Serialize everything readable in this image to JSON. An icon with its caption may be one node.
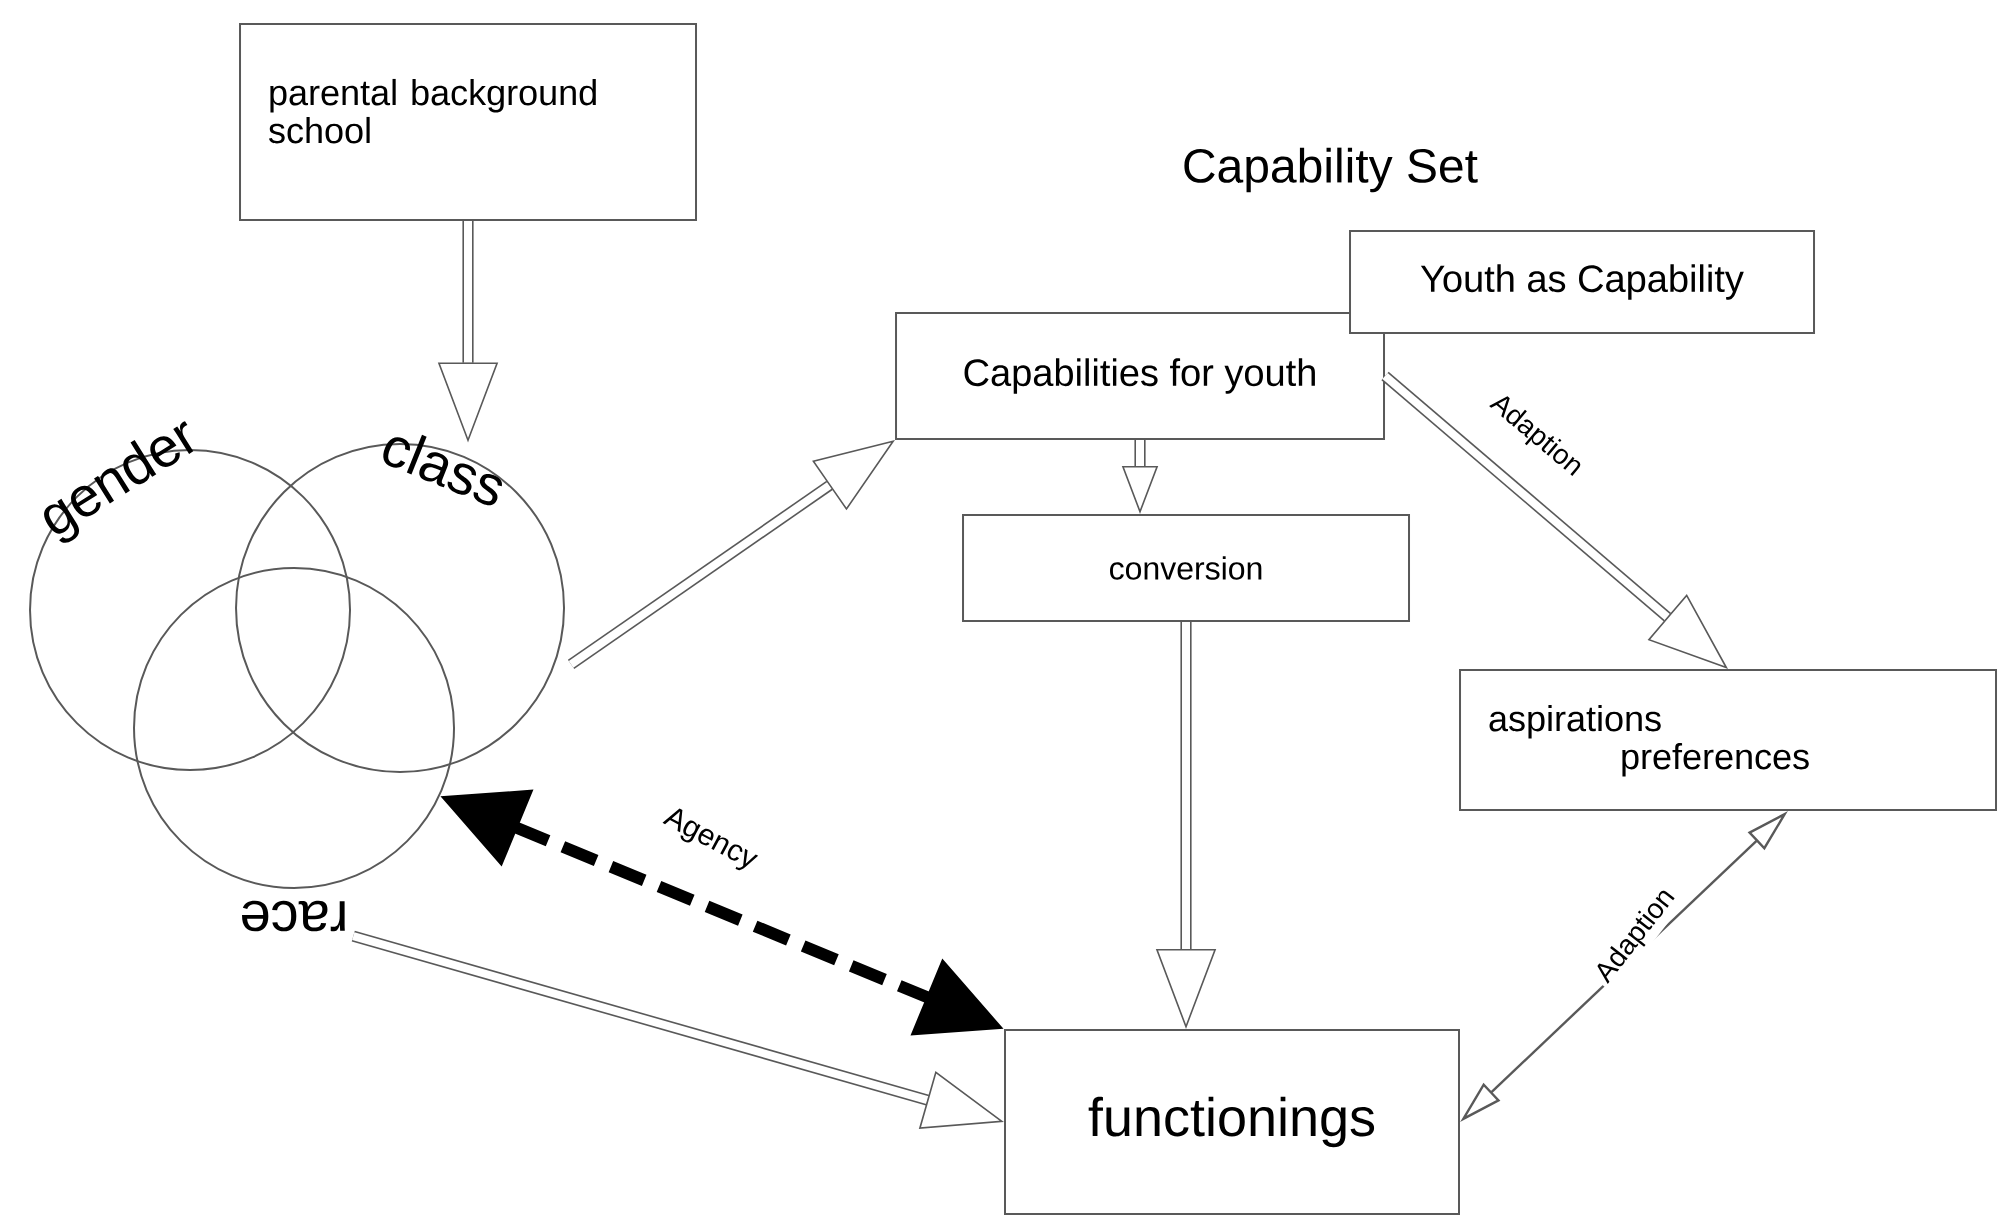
{
  "diagram": {
    "nodes": [
      {
        "text": [
          "parental background school"
        ]
      },
      {
        "text": [
          "gender"
        ]
      },
      {
        "text": [
          "class"
        ]
      },
      {
        "text": [
          "race"
        ]
      },
      {
        "text": [
          "Capabilities for youth"
        ]
      },
      {
        "text": [
          "Youth as Capability"
        ]
      },
      {
        "text": [
          "conversion"
        ]
      },
      {
        "text": [
          "aspirations",
          "preferences"
        ]
      },
      {
        "text": [
          "functionings"
        ]
      }
    ],
    "edges": [
      {
        "from": 0,
        "to": 2,
        "arrow": "to"
      },
      {
        "from": 2,
        "to": 4,
        "arrow": "to"
      },
      {
        "from": 4,
        "to": 6,
        "arrow": "to"
      },
      {
        "from": 6,
        "to": 8,
        "arrow": "to"
      },
      {
        "from": 4,
        "to": 7,
        "arrow": "to",
        "label": "Adaption"
      },
      {
        "from": 3,
        "to": 8,
        "arrow": "to"
      },
      {
        "from": 3,
        "to": 8,
        "arrow": "both",
        "label": "Agency",
        "style": "dashed",
        "color": "#000000"
      },
      {
        "from": 8,
        "to": 7,
        "arrow": "both",
        "label": "Adaption"
      }
    ],
    "labels": [
      "Capability Set"
    ]
  }
}
